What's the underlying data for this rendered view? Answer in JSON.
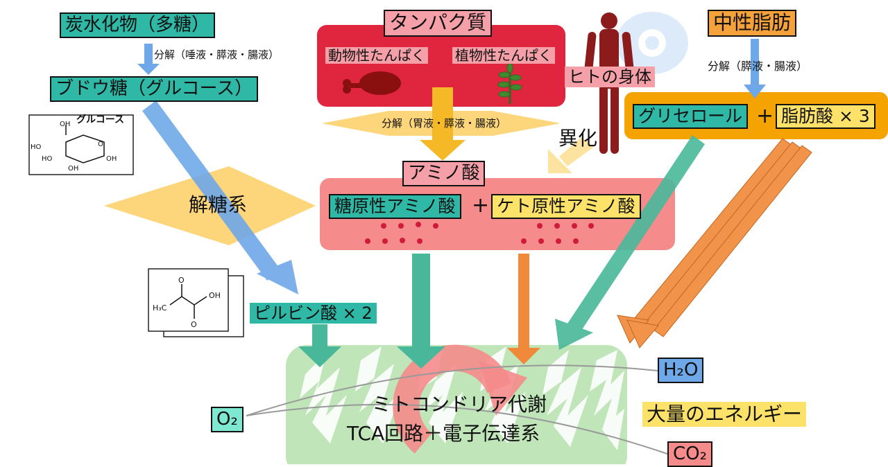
{
  "carbohydrate": {
    "title": "炭水化物（多糖）",
    "digestion": "分解（唾液・膵液・腸液）",
    "glucose_label": "ブドウ糖（グルコース）",
    "structure_name": "グルコース",
    "glycolysis": "解糖系",
    "pyruvate": "ピルビン酸 × 2"
  },
  "protein": {
    "title": "タンパク質",
    "animal": "動物性たんぱく",
    "plant": "植物性たんぱく",
    "digestion": "分解（胃液・膵液・腸液）",
    "amino_acid": "アミノ酸",
    "glucogenic": "糖原性アミノ酸",
    "plus": "+",
    "ketogenic": "ケト原性アミノ酸"
  },
  "body": {
    "label": "ヒトの身体",
    "catabolism": "異化"
  },
  "fat": {
    "title": "中性脂肪",
    "digestion": "分解（膵液・腸液）",
    "glycerol": "グリセロール",
    "plus": "+",
    "fatty_acid": "脂肪酸 × 3"
  },
  "mitochondria": {
    "line1": "ミトコンドリア代謝",
    "line2": "TCA回路＋電子伝達系",
    "oxygen": "O₂",
    "water": "H₂O",
    "energy": "大量のエネルギー",
    "co2": "CO₂"
  },
  "chem": {
    "oh": "OH",
    "h3c": "H₃C",
    "o": "O",
    "ho": "HO"
  },
  "colors": {
    "teal": "#2fb8a5",
    "blue_arrow": "#6fa8e8",
    "protein_red": "#e0253f",
    "amino_pink": "#f58b8b",
    "fat_orange": "#f5a300",
    "arrow_orange": "#f08a3a",
    "green_mito": "#bfe5b8",
    "yellow": "#fde26a"
  }
}
